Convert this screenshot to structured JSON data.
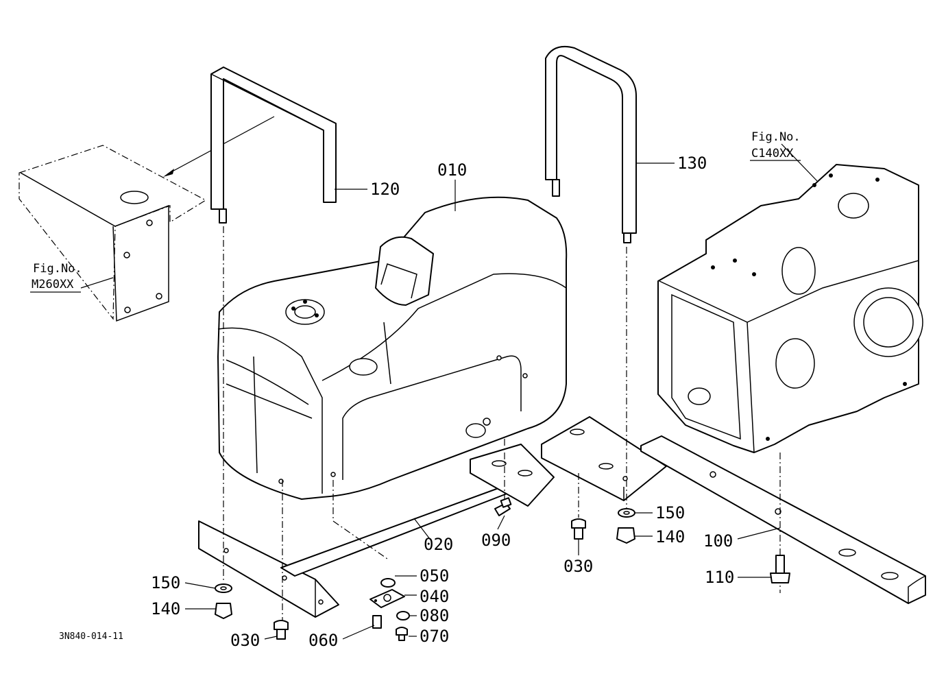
{
  "fig_refs": {
    "left": {
      "line1": "Fig.No.",
      "line2": "M260XX"
    },
    "right": {
      "line1": "Fig.No.",
      "line2": "C140XX"
    }
  },
  "labels": {
    "p010": "010",
    "p020": "020",
    "p030_left": "030",
    "p030_mid": "030",
    "p040": "040",
    "p050": "050",
    "p060": "060",
    "p070": "070",
    "p080": "080",
    "p090": "090",
    "p100": "100",
    "p110": "110",
    "p120": "120",
    "p130": "130",
    "p140_left": "140",
    "p140_right": "140",
    "p150_left": "150",
    "p150_right": "150"
  },
  "drawing_code": "3N840-014-11"
}
